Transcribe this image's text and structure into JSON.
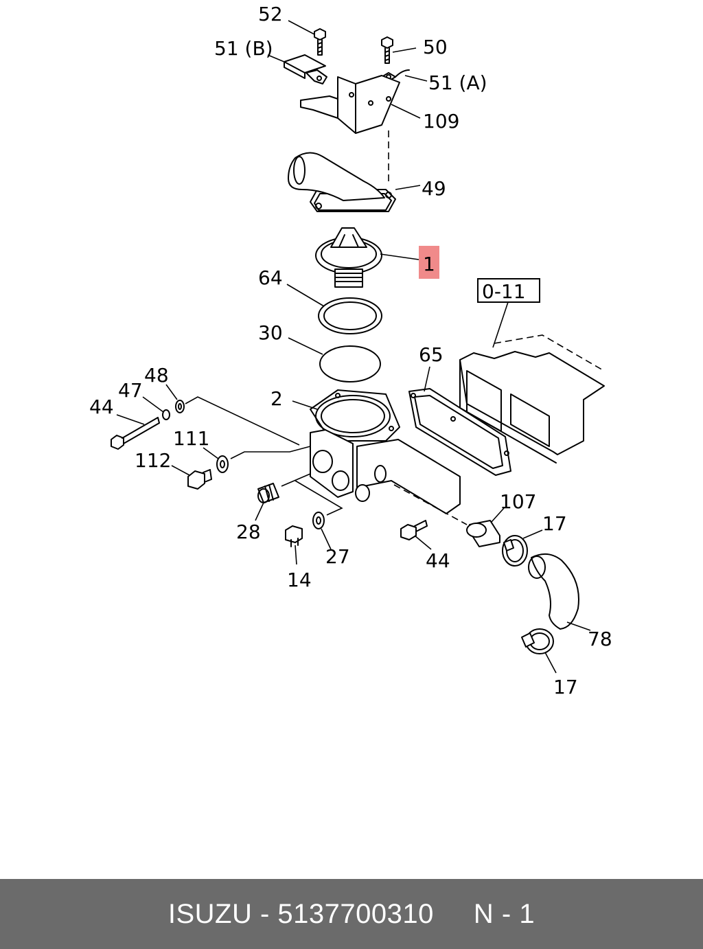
{
  "labels": {
    "l52": "52",
    "l51b": "51 (B)",
    "l50": "50",
    "l51a": "51 (A)",
    "l109": "109",
    "l49": "49",
    "l1": "1",
    "l64": "64",
    "l30": "30",
    "l011": "0-11",
    "l65": "65",
    "l48": "48",
    "l47": "47",
    "l44a": "44",
    "l2": "2",
    "l111": "111",
    "l112": "112",
    "l28": "28",
    "l27": "27",
    "l14": "14",
    "l44b": "44",
    "l107": "107",
    "l17a": "17",
    "l78": "78",
    "l17b": "17"
  },
  "highlight_color": "#f08a8a",
  "footer": {
    "text": "ISUZU - 5137700310     N - 1",
    "background": "#6b6b6b"
  }
}
